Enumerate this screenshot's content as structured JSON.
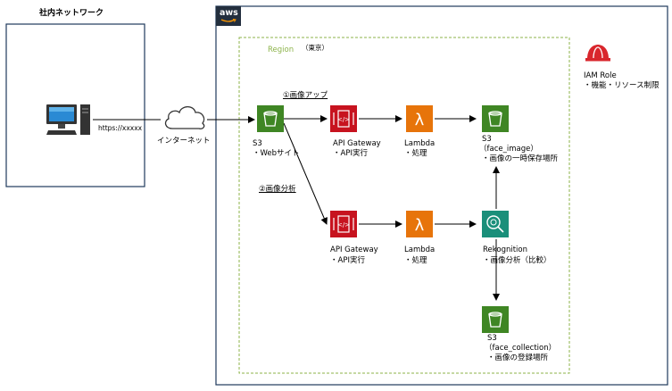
{
  "internal_network": {
    "title": "社内ネットワーク",
    "url": "https://xxxxx"
  },
  "internet": {
    "label": "インターネット"
  },
  "aws": {
    "logo": "aws"
  },
  "region": {
    "label": "Region",
    "name": "（東京）"
  },
  "iam": {
    "title": "IAM Role",
    "desc": "・機能・リソース制限"
  },
  "flows": {
    "upload": "①画像アップ",
    "analyze": "②画像分析"
  },
  "s3_web": {
    "name": "S3",
    "desc": "・Webサイト"
  },
  "api_gateway_1": {
    "name": "API Gateway",
    "desc": "・API実行"
  },
  "lambda_1": {
    "name": "Lambda",
    "desc": "・処理"
  },
  "s3_face_image": {
    "name": "S3",
    "bucket": "（face_image）",
    "desc": "・画像の一時保存場所"
  },
  "api_gateway_2": {
    "name": "API Gateway",
    "desc": "・API実行"
  },
  "lambda_2": {
    "name": "Lambda",
    "desc": "・処理"
  },
  "rekognition": {
    "name": "Rekognition",
    "desc": "・画像分析（比較）"
  },
  "s3_face_collection": {
    "name": "S3",
    "bucket": "（face_collection）",
    "desc": "・画像の登録場所"
  },
  "colors": {
    "s3": "#3f8624",
    "api": "#c7131f",
    "lambda": "#e7740a",
    "rekognition": "#1a8f7a",
    "aws_frame": "#1f3a5c",
    "region": "#8cb34a",
    "iam": "#d9262c"
  }
}
